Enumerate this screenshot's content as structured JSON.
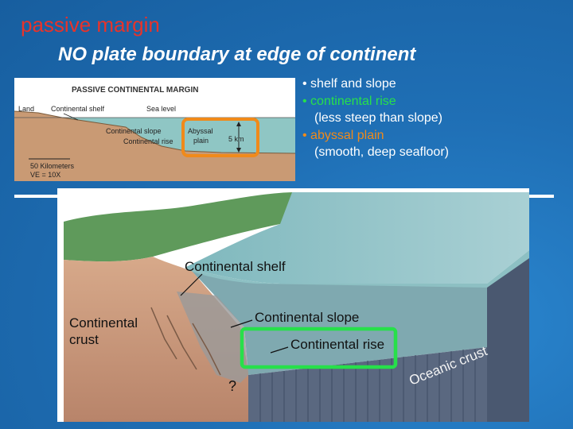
{
  "title": "passive margin",
  "subtitle": "NO plate boundary at edge of continent",
  "small_diagram": {
    "heading": "PASSIVE CONTINENTAL MARGIN",
    "land": "Land",
    "shelf": "Continental shelf",
    "sea_level": "Sea level",
    "slope": "Continental slope",
    "rise": "Continental rise",
    "abyssal_1": "Abyssal",
    "abyssal_2": "plain",
    "depth": "5 km",
    "scale": "50 Kilometers",
    "ve": "VE = 10X"
  },
  "bullets": {
    "shelf_slope": "• shelf and slope",
    "rise": "• continental rise",
    "rise_note": "(less steep than slope)",
    "abyssal": "• abyssal plain",
    "abyssal_note": "(smooth, deep seafloor)"
  },
  "big_diagram": {
    "shelf": "Continental shelf",
    "slope": "Continental slope",
    "rise": "Continental rise",
    "crust_1": "Continental",
    "crust_2": "crust",
    "oceanic": "Oceanic crust",
    "question": "?"
  },
  "colors": {
    "background": "#1f6fb5",
    "title": "#e8332a",
    "rise_highlight": "#27e04a",
    "abyssal_highlight": "#f08a1a"
  }
}
